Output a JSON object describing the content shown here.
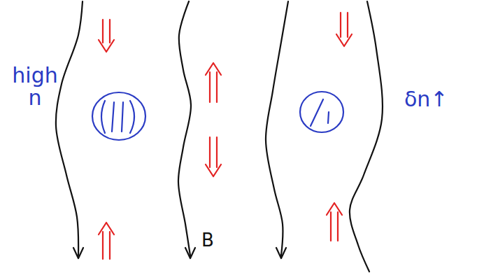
{
  "diagram": {
    "labels": [
      "high n",
      "δn↑",
      "B"
    ]
  }
}
